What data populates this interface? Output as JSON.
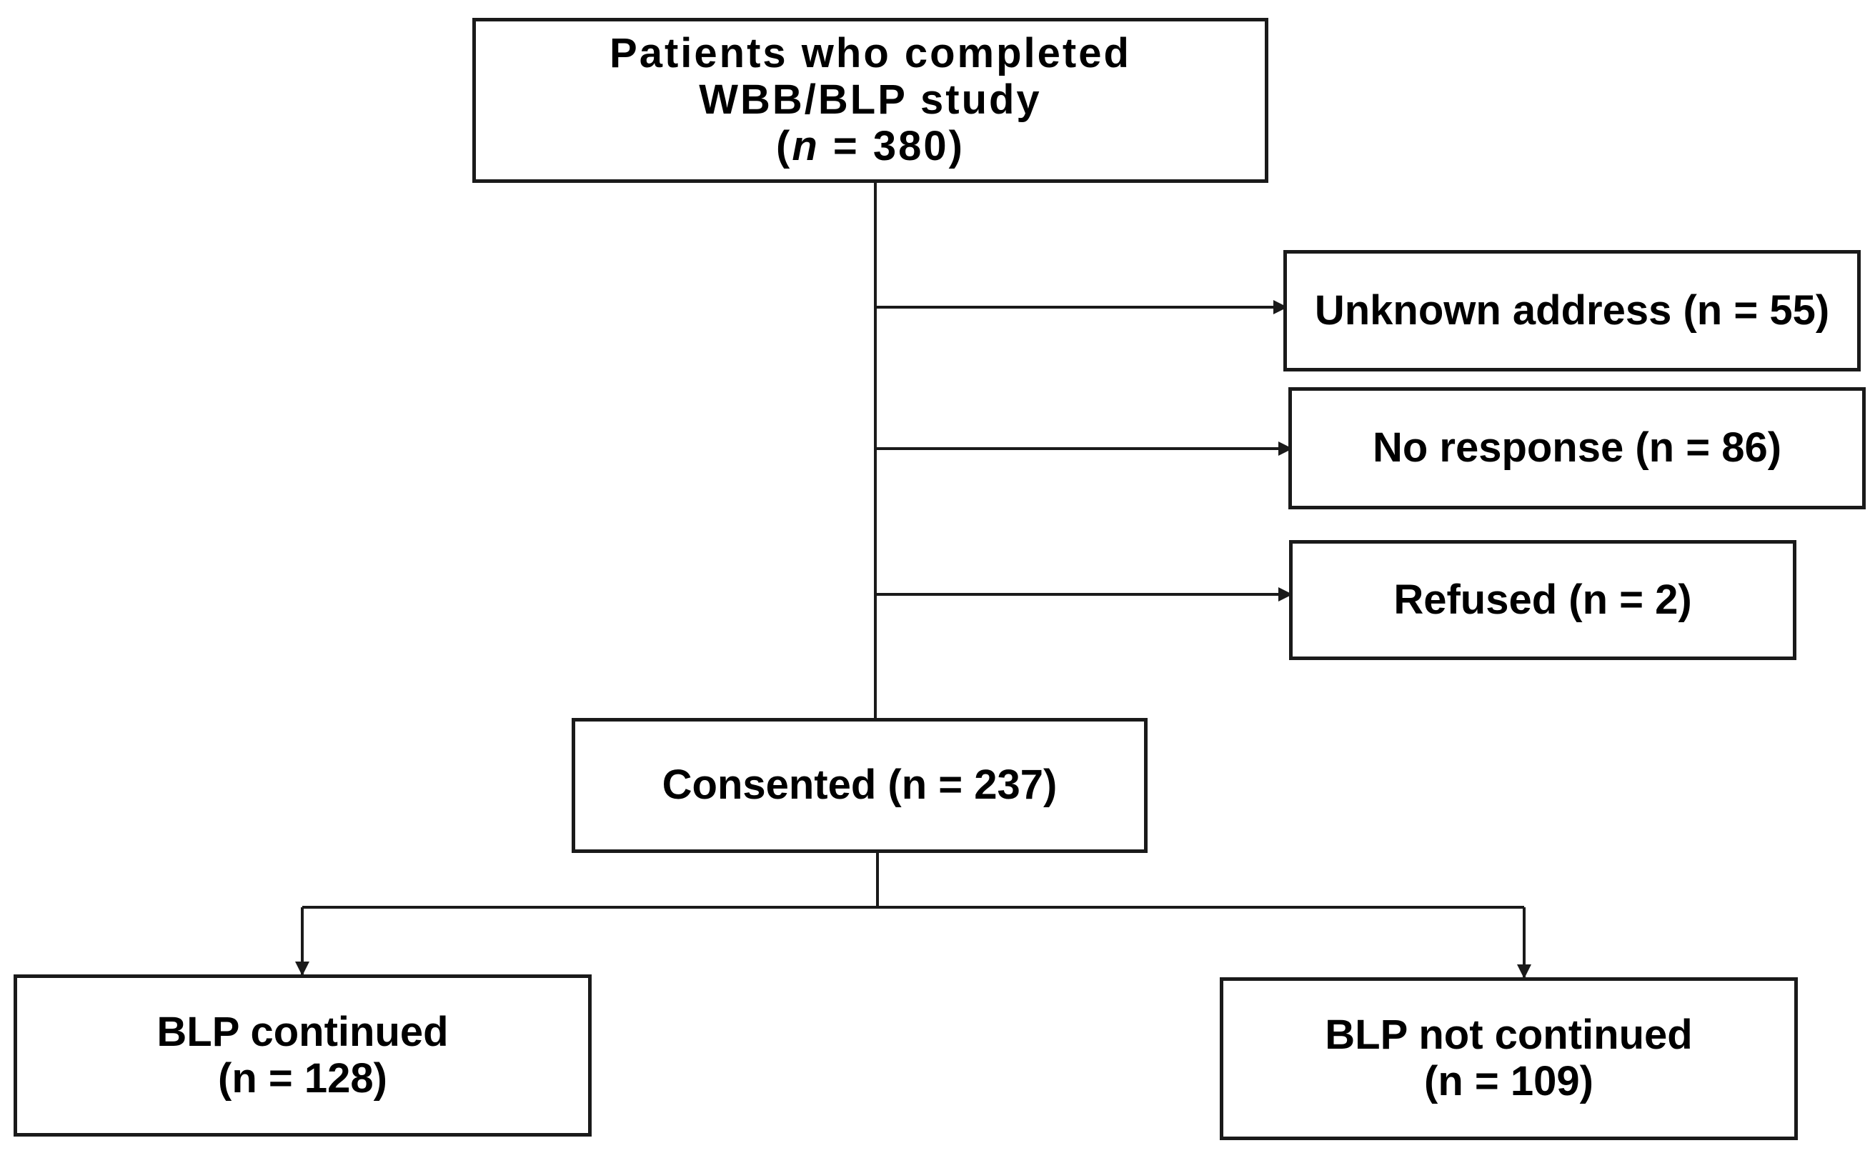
{
  "top": {
    "line1": "Patients who completed",
    "line2": "WBB/BLP study",
    "n_open": "(",
    "n_var": "n",
    "n_rest": " = 380)"
  },
  "exclusions": [
    {
      "label": "Unknown address  (n = 55)"
    },
    {
      "label": "No response  (n = 86)"
    },
    {
      "label": "Refused  (n = 2)"
    }
  ],
  "consented": {
    "label": "Consented  (n = 237)"
  },
  "outcomes": [
    {
      "line1": "BLP continued",
      "line2": "(n = 128)"
    },
    {
      "line1": "BLP not continued",
      "line2": "(n = 109)"
    }
  ]
}
